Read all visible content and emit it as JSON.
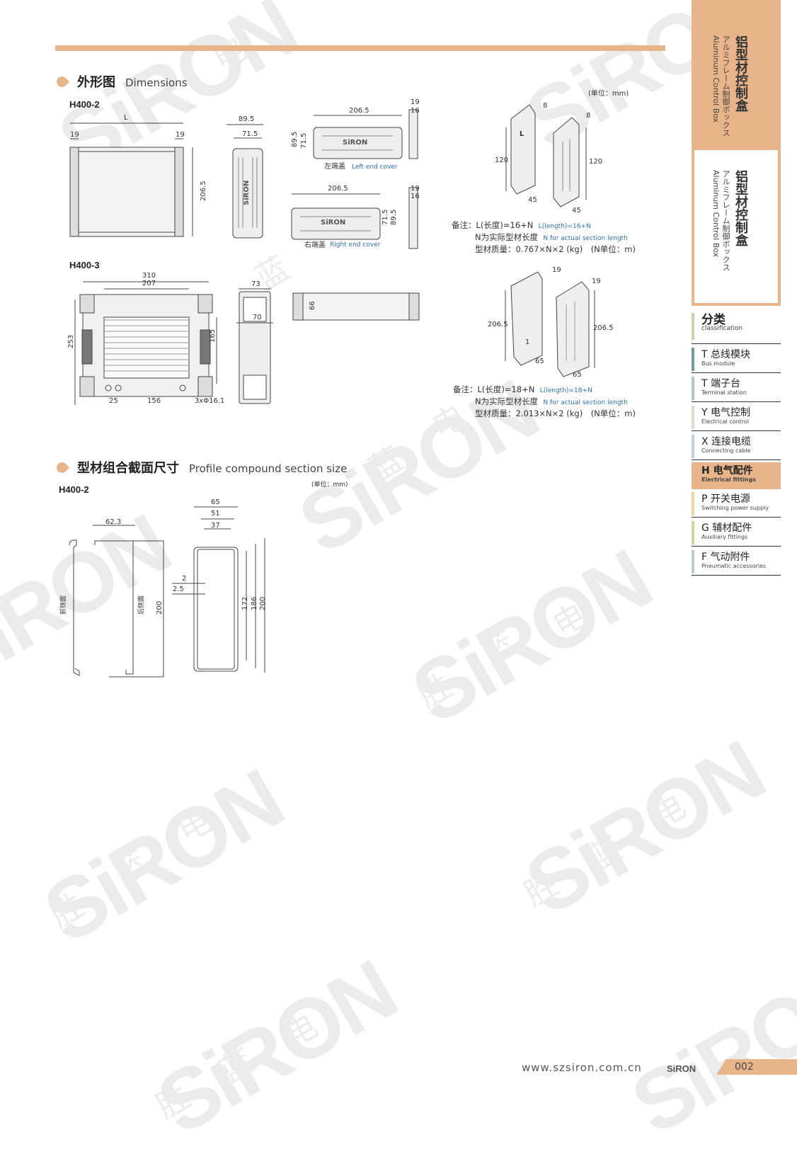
{
  "watermark": {
    "brand": "SiRON",
    "chars": [
      "胜",
      "蓝",
      "电",
      "气"
    ]
  },
  "sections": [
    {
      "title_cn": "外形图",
      "title_en": "Dimensions",
      "icon": "orange-bullet-icon"
    },
    {
      "title_cn": "型材组合截面尺寸",
      "title_en": "Profile compound section size",
      "icon": "orange-bullet-icon"
    }
  ],
  "unit_label": "(单位：mm)",
  "h400_2": {
    "model": "H400-2",
    "front": [
      "L",
      "19",
      "19",
      "206.5"
    ],
    "side": [
      "89.5",
      "71.5"
    ],
    "left_cover": {
      "dims": [
        "206.5",
        "19",
        "16",
        "89.5",
        "71.5"
      ],
      "label_cn": "左端盖",
      "label_en": "Left end cover",
      "logo": "SiRON"
    },
    "right_cover": {
      "dims": [
        "206.5",
        "19",
        "16",
        "71.5",
        "89.5"
      ],
      "label_cn": "右端盖",
      "label_en": "Right end cover",
      "logo": "SiRON"
    },
    "iso": [
      "8",
      "8",
      "120",
      "120",
      "45",
      "45",
      "L"
    ],
    "notes": {
      "l1_cn": "备注：L(长度)=16+N",
      "l1_en": "L(length)=16+N",
      "l2_cn": "N为实际型材长度",
      "l2_en": "N for actual section length",
      "l3": "型材质量：0.767×N×2 (kg)　(N单位：m)"
    }
  },
  "h400_3": {
    "model": "H400-3",
    "front": [
      "310",
      "207",
      "253",
      "165",
      "25",
      "156",
      "3xΦ16.1"
    ],
    "side": [
      "73",
      "70"
    ],
    "top": [
      "66"
    ],
    "iso": [
      "19",
      "19",
      "206.5",
      "206.5",
      "65",
      "65",
      "1"
    ],
    "notes": {
      "l1_cn": "备注：L(长度)=18+N",
      "l1_en": "L(length)=18+N",
      "l2_cn": "N为实际型材长度",
      "l2_en": "N for actual section length",
      "l3": "型材质量：2.013×N×2 (kg)　(N单位：m)"
    }
  },
  "section_profile": {
    "model": "H400-2",
    "dims": [
      "62.3",
      "200",
      "65",
      "51",
      "37",
      "2",
      "2.5",
      "172",
      "186",
      "200"
    ],
    "front_side": "前侧面",
    "rear_side": "后侧面"
  },
  "sidebar": {
    "title_cn": "铝型材控制盒",
    "title_jp": "アルミフレーム制御ボックス",
    "title_en": "Aluminum Control Box",
    "heading_cn": "分类",
    "heading_en": "classification",
    "items": [
      {
        "cn": "T 总线模块",
        "en": "Bus module",
        "color": "#6f9fa3"
      },
      {
        "cn": "T 端子台",
        "en": "Terminal station",
        "color": "#a9c8c6"
      },
      {
        "cn": "Y 电气控制",
        "en": "Electrical control",
        "color": "#cfe3cf"
      },
      {
        "cn": "X 连接电缆",
        "en": "Connecting cable",
        "color": "#c3cde6"
      },
      {
        "cn": "H 电气配件",
        "en": "Electrical fittings",
        "color": "#e8b58a",
        "active": true
      },
      {
        "cn": "P 开关电源",
        "en": "Switching power supply",
        "color": "#f6d59a"
      },
      {
        "cn": "G 辅材配件",
        "en": "Auxiliary fittings",
        "color": "#d6d39a"
      },
      {
        "cn": "F 气动附件",
        "en": "Pneumatic accessories",
        "color": "#b7cfca"
      }
    ]
  },
  "footer": {
    "url": "www.szsiron.com.cn",
    "logo": "SiRON",
    "page": "002"
  },
  "colors": {
    "accent": "#e8b58a",
    "text": "#333333",
    "blue": "#2b6fb5"
  }
}
